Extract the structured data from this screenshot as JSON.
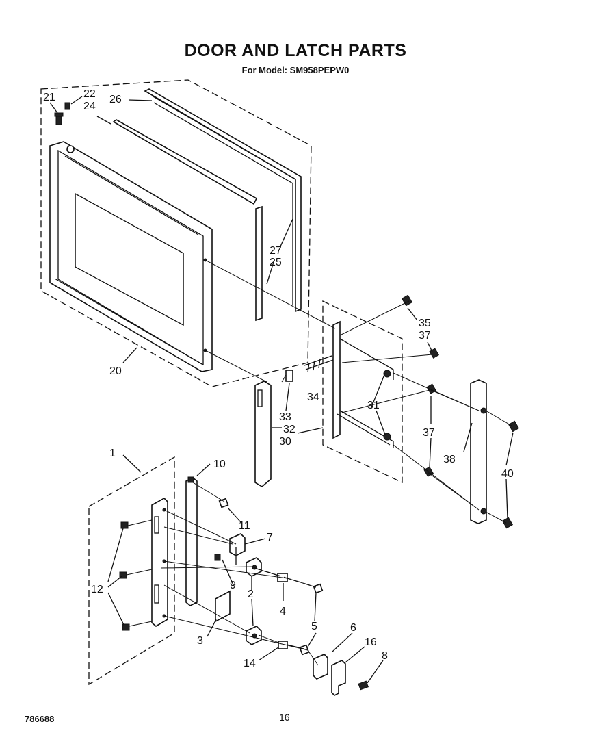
{
  "header": {
    "title": "DOOR AND LATCH PARTS",
    "subtitle": "For Model: SM958PEPW0"
  },
  "footer": {
    "code": "786688",
    "page": "16"
  },
  "callouts": {
    "c1": "1",
    "c2": "2",
    "c3": "3",
    "c4": "4",
    "c5": "5",
    "c6": "6",
    "c7": "7",
    "c8": "8",
    "c9": "9",
    "c10": "10",
    "c11": "11",
    "c12": "12",
    "c14": "14",
    "c16": "16",
    "c20": "20",
    "c21": "21",
    "c22": "22",
    "c24": "24",
    "c25": "25",
    "c26": "26",
    "c27": "27",
    "c30": "30",
    "c31": "31",
    "c32": "32",
    "c33": "33",
    "c34": "34",
    "c35": "35",
    "c37a": "37",
    "c37b": "37",
    "c38": "38",
    "c40": "40"
  }
}
